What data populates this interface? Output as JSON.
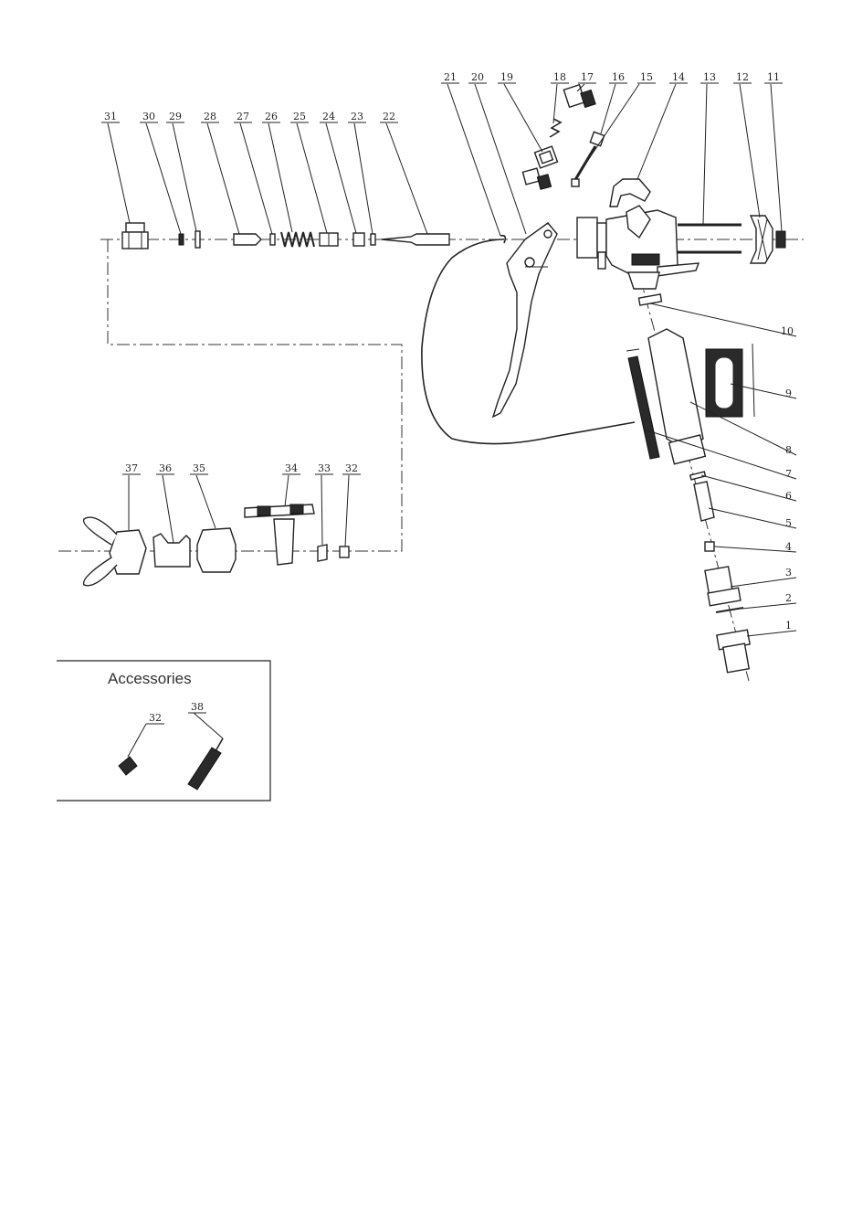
{
  "accessories": {
    "title": "Accessories"
  },
  "labels": {
    "1": "1",
    "2": "2",
    "3": "3",
    "4": "4",
    "5": "5",
    "6": "6",
    "7": "7",
    "8": "8",
    "9": "9",
    "10": "10",
    "11": "11",
    "12": "12",
    "13": "13",
    "14": "14",
    "15": "15",
    "16": "16",
    "17": "17",
    "18": "18",
    "19": "19",
    "20": "20",
    "21": "21",
    "22": "22",
    "23": "23",
    "24": "24",
    "25": "25",
    "26": "26",
    "27": "27",
    "28": "28",
    "29": "29",
    "30": "30",
    "31": "31",
    "32": "32",
    "33": "33",
    "34": "34",
    "35": "35",
    "36": "36",
    "37": "37",
    "32b": "32",
    "38": "38"
  }
}
